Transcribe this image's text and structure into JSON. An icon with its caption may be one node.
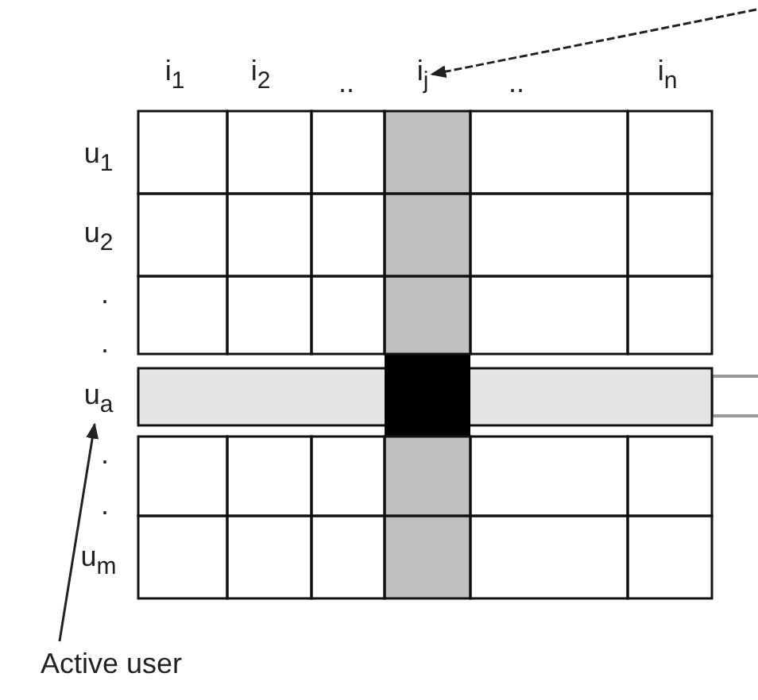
{
  "diagram": {
    "nodes": [
      {
        "text": [
          "i$_{j}$"
        ]
      },
      {
        "text": [
          "u$_{a}$"
        ]
      },
      {
        "text": [
          "Active user"
        ]
      }
    ],
    "edges": [
      {
        "from": null,
        "to": 0,
        "arrow": "to",
        "style": "dashed"
      },
      {
        "from": 2,
        "to": 1,
        "arrow": "to"
      }
    ],
    "labels": [
      "i$_{1}$",
      "i$_{2}$",
      "..",
      "..",
      "i$_{n}$",
      "u$_{1}$",
      "u$_{2}$",
      ".",
      ".",
      ".",
      ".",
      "u$_{m}$"
    ]
  }
}
